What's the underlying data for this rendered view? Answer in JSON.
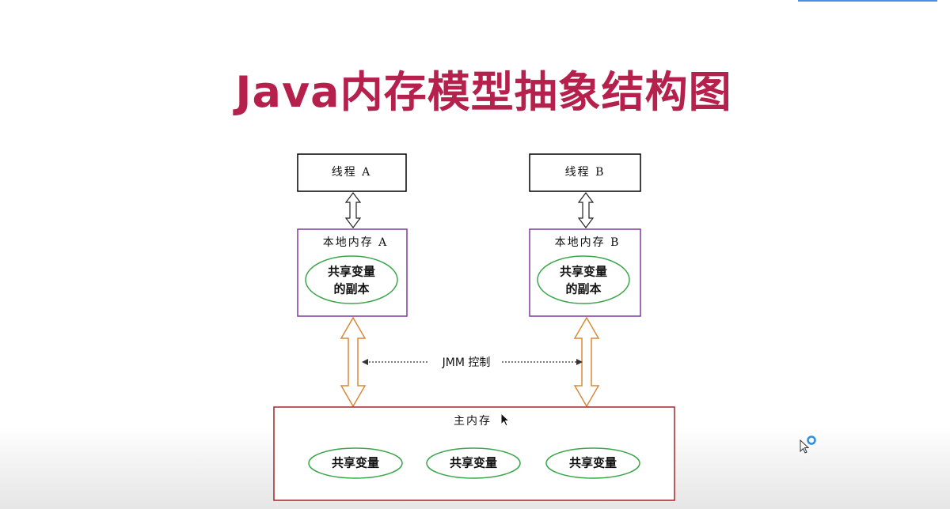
{
  "title": "Java内存模型抽象结构图",
  "threads": {
    "a": {
      "label": "线程 A"
    },
    "b": {
      "label": "线程 B"
    }
  },
  "local_memory": {
    "a": {
      "label": "本地内存 A",
      "copy_line1": "共享变量",
      "copy_line2": "的副本"
    },
    "b": {
      "label": "本地内存 B",
      "copy_line1": "共享变量",
      "copy_line2": "的副本"
    }
  },
  "jmm_control": {
    "label": "JMM 控制"
  },
  "main_memory": {
    "label": "主内存",
    "shared_vars": [
      "共享变量",
      "共享变量",
      "共享变量"
    ]
  },
  "colors": {
    "title": "#b5204c",
    "thread_box": "#000000",
    "local_box": "#7e3b9e",
    "ellipse": "#3aa64a",
    "orange_arrow": "#d9893a",
    "main_box": "#a3262b",
    "progress": "#4a90e2"
  },
  "icons": {
    "cursor": "arrow-cursor-icon",
    "busy_cursor": "busy-cursor-icon"
  }
}
